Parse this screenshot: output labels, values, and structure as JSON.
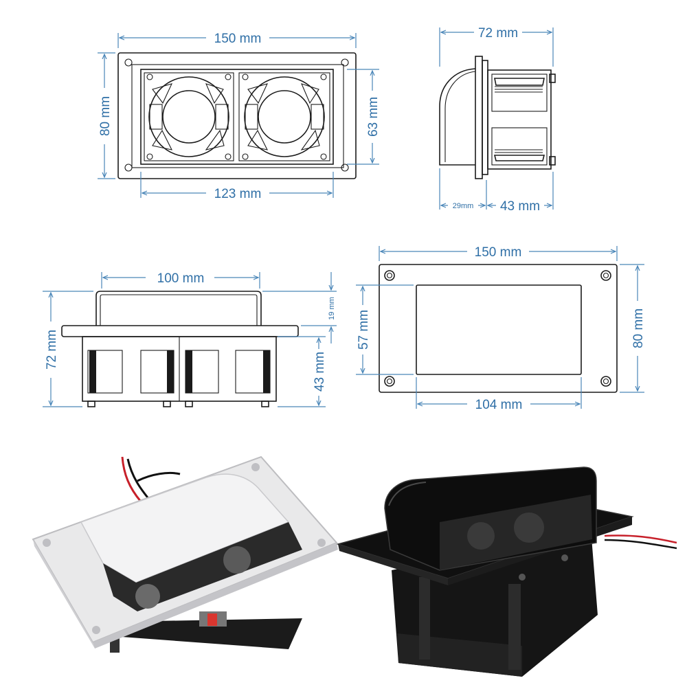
{
  "colors": {
    "dimension": "#4a86b8",
    "dimension_text": "#2f6fa6",
    "outline": "#1a1a1a",
    "white_unit": "#e9e9ea",
    "black_unit": "#141414"
  },
  "front_view": {
    "width": "150 mm",
    "height": "80 mm",
    "inner_height": "63 mm",
    "inner_width": "123 mm"
  },
  "side_view": {
    "depth": "72 mm",
    "hood_depth": "29mm",
    "fan_depth": "43 mm"
  },
  "bottom_view": {
    "bracket_width": "100 mm",
    "total_height": "72 mm",
    "lip_height": "19 mm",
    "fan_height": "43 mm"
  },
  "cutout_view": {
    "width": "150 mm",
    "height": "80 mm",
    "opening_height": "57 mm",
    "opening_width": "104 mm"
  },
  "photos": [
    {
      "name": "white-vent-photo",
      "color": "white"
    },
    {
      "name": "black-vent-photo",
      "color": "black"
    }
  ]
}
